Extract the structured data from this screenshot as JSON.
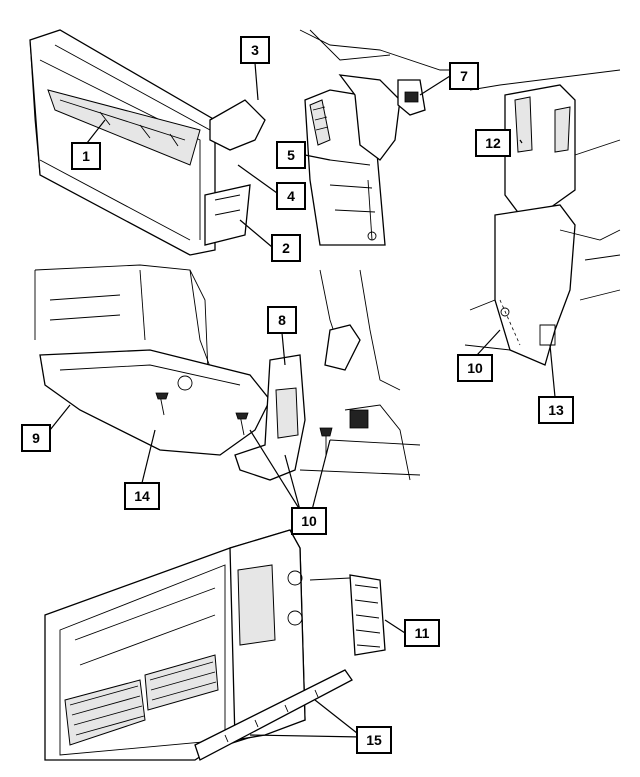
{
  "callouts": {
    "c1": "1",
    "c2": "2",
    "c3": "3",
    "c4": "4",
    "c5": "5",
    "c7": "7",
    "c8": "8",
    "c9": "9",
    "c10a": "10",
    "c10b": "10",
    "c11": "11",
    "c12": "12",
    "c13": "13",
    "c14": "14",
    "c15": "15"
  }
}
